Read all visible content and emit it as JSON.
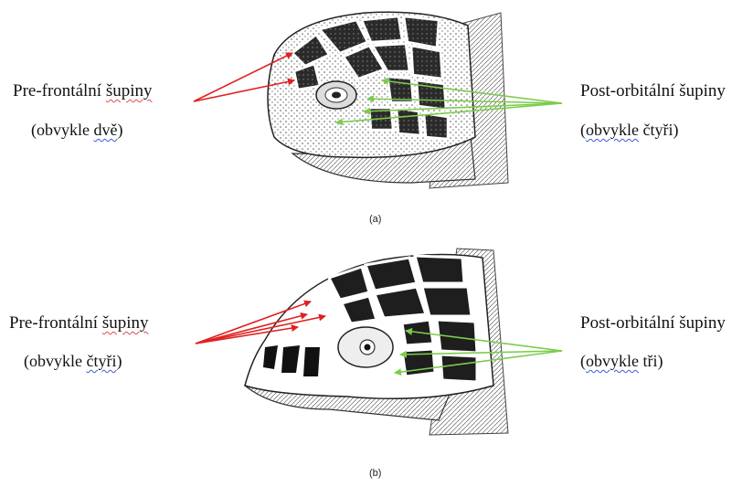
{
  "figures": [
    {
      "caption": "(a)",
      "left_label_line1_a": "Pre-frontální ",
      "left_label_line1_b": "šupiny",
      "left_label_line2_a": "(obvykle ",
      "left_label_line2_b": "dvě",
      "left_label_line2_c": ")",
      "right_label_line1_a": "Post-orbitální šupiny",
      "right_label_line2_a": "(",
      "right_label_line2_b": "obvykle",
      "right_label_line2_c": " čtyři)",
      "prefrontal_arrow_color": "#e02020",
      "postorbital_arrow_color": "#7ccc4c"
    },
    {
      "caption": "(b)",
      "left_label_line1_a": "Pre-frontální ",
      "left_label_line1_b": "šupiny",
      "left_label_line2_a": "(obvykle ",
      "left_label_line2_b": "čtyři",
      "left_label_line2_c": ")",
      "right_label_line1_a": "Post-orbitální šupiny",
      "right_label_line2_a": "(",
      "right_label_line2_b": "obvykle",
      "right_label_line2_c": " tři)",
      "prefrontal_arrow_color": "#e02020",
      "postorbital_arrow_color": "#7ccc4c"
    }
  ]
}
